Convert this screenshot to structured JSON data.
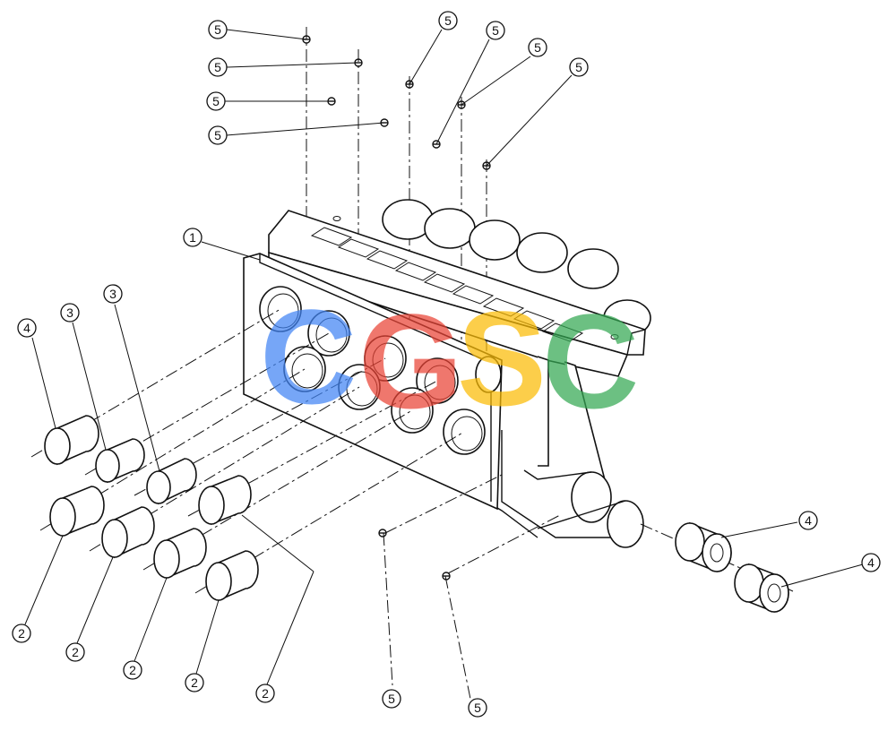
{
  "callouts": [
    {
      "id": "c5a",
      "label": "5"
    },
    {
      "id": "c5b",
      "label": "5"
    },
    {
      "id": "c5c",
      "label": "5"
    },
    {
      "id": "c5d",
      "label": "5"
    },
    {
      "id": "c5e",
      "label": "5"
    },
    {
      "id": "c5f",
      "label": "5"
    },
    {
      "id": "c5g",
      "label": "5"
    },
    {
      "id": "c5h",
      "label": "5"
    },
    {
      "id": "c5i",
      "label": "5"
    },
    {
      "id": "c5j",
      "label": "5"
    },
    {
      "id": "c1",
      "label": "1"
    },
    {
      "id": "c4a",
      "label": "4"
    },
    {
      "id": "c3a",
      "label": "3"
    },
    {
      "id": "c3b",
      "label": "3"
    },
    {
      "id": "c2a",
      "label": "2"
    },
    {
      "id": "c2b",
      "label": "2"
    },
    {
      "id": "c2c",
      "label": "2"
    },
    {
      "id": "c2d",
      "label": "2"
    },
    {
      "id": "c2e",
      "label": "2"
    },
    {
      "id": "c4b",
      "label": "4"
    },
    {
      "id": "c4c",
      "label": "4"
    }
  ],
  "watermark": {
    "letters": [
      "C",
      "G",
      "S",
      "C"
    ],
    "colors": [
      "#4285F4",
      "#EA4335",
      "#FBBC05",
      "#34A853"
    ]
  }
}
